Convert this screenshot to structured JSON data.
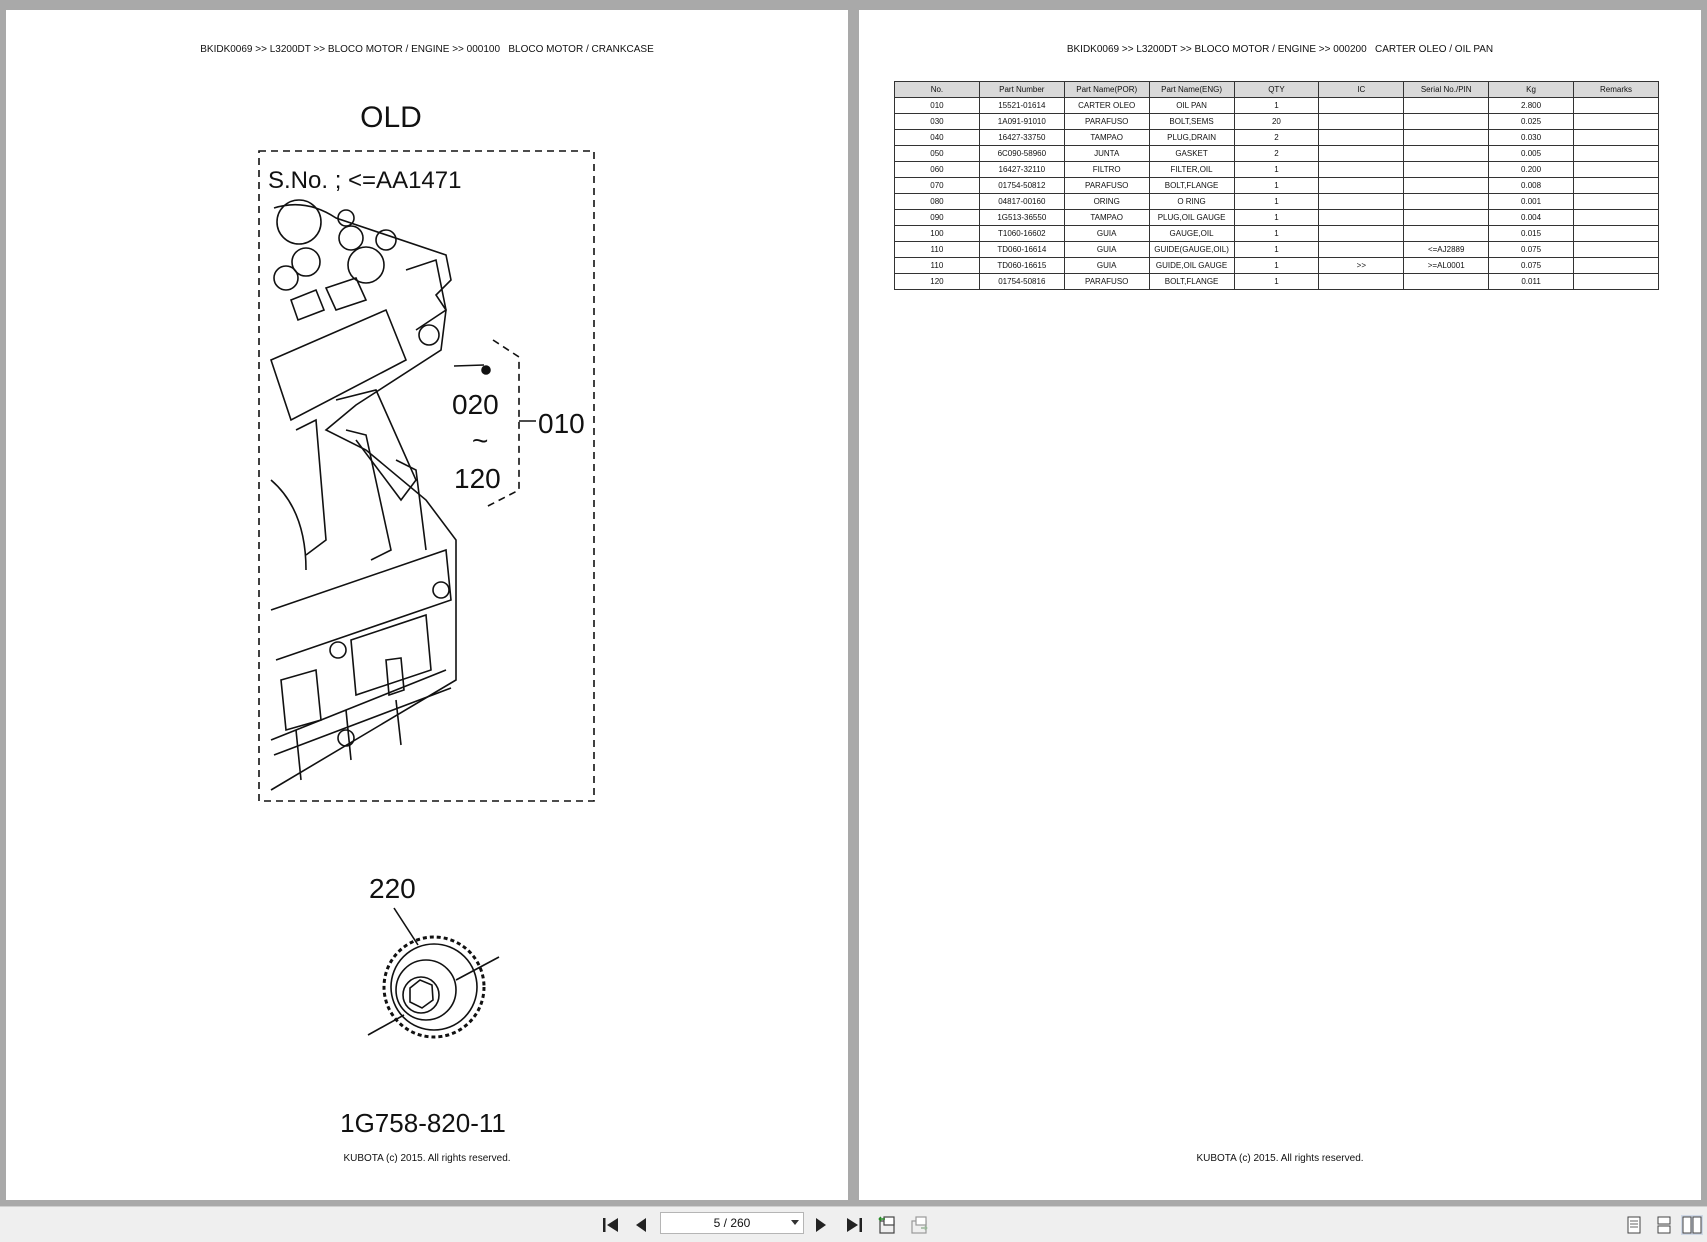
{
  "left_page": {
    "breadcrumb": "BKIDK0069 >> L3200DT >> BLOCO MOTOR / ENGINE >> 000100   BLOCO MOTOR / CRANKCASE",
    "drawing": {
      "heading": "OLD",
      "serial_note": "S.No. ; <=AA1471",
      "callout_top": "020",
      "callout_tilde": "~",
      "callout_bottom": "120",
      "callout_group": "010",
      "gear_label": "220",
      "drawing_number": "1G758-820-11"
    },
    "footer": "KUBOTA (c) 2015. All rights reserved."
  },
  "right_page": {
    "breadcrumb": "BKIDK0069 >> L3200DT >> BLOCO MOTOR / ENGINE >> 000200   CARTER OLEO / OIL PAN",
    "table": {
      "headers": [
        "No.",
        "Part Number",
        "Part Name(POR)",
        "Part Name(ENG)",
        "QTY",
        "IC",
        "Serial No./PIN",
        "Kg",
        "Remarks"
      ],
      "rows": [
        [
          "010",
          "15521-01614",
          "CARTER OLEO",
          "OIL PAN",
          "1",
          "",
          "",
          "2.800",
          ""
        ],
        [
          "030",
          "1A091-91010",
          "PARAFUSO",
          "BOLT,SEMS",
          "20",
          "",
          "",
          "0.025",
          ""
        ],
        [
          "040",
          "16427-33750",
          "TAMPAO",
          "PLUG,DRAIN",
          "2",
          "",
          "",
          "0.030",
          ""
        ],
        [
          "050",
          "6C090-58960",
          "JUNTA",
          "GASKET",
          "2",
          "",
          "",
          "0.005",
          ""
        ],
        [
          "060",
          "16427-32110",
          "FILTRO",
          "FILTER,OIL",
          "1",
          "",
          "",
          "0.200",
          ""
        ],
        [
          "070",
          "01754-50812",
          "PARAFUSO",
          "BOLT,FLANGE",
          "1",
          "",
          "",
          "0.008",
          ""
        ],
        [
          "080",
          "04817-00160",
          "ORING",
          "O RING",
          "1",
          "",
          "",
          "0.001",
          ""
        ],
        [
          "090",
          "1G513-36550",
          "TAMPAO",
          "PLUG,OIL GAUGE",
          "1",
          "",
          "",
          "0.004",
          ""
        ],
        [
          "100",
          "T1060-16602",
          "GUIA",
          "GAUGE,OIL",
          "1",
          "",
          "",
          "0.015",
          ""
        ],
        [
          "110",
          "TD060-16614",
          "GUIA",
          "GUIDE(GAUGE,OIL)",
          "1",
          "",
          "<=AJ2889",
          "0.075",
          ""
        ],
        [
          "110",
          "TD060-16615",
          "GUIA",
          "GUIDE,OIL GAUGE",
          "1",
          ">>",
          ">=AL0001",
          "0.075",
          ""
        ],
        [
          "120",
          "01754-50816",
          "PARAFUSO",
          "BOLT,FLANGE",
          "1",
          "",
          "",
          "0.011",
          ""
        ]
      ]
    },
    "footer": "KUBOTA (c) 2015. All rights reserved."
  },
  "toolbar": {
    "page_indicator": "5 / 260",
    "icons": {
      "first": "first-page-icon",
      "prev": "previous-page-icon",
      "next": "next-page-icon",
      "last": "last-page-icon",
      "back": "go-back-icon",
      "forward": "go-forward-icon",
      "single": "single-page-view-icon",
      "continuous": "continuous-view-icon",
      "facing": "facing-pages-view-icon"
    }
  }
}
